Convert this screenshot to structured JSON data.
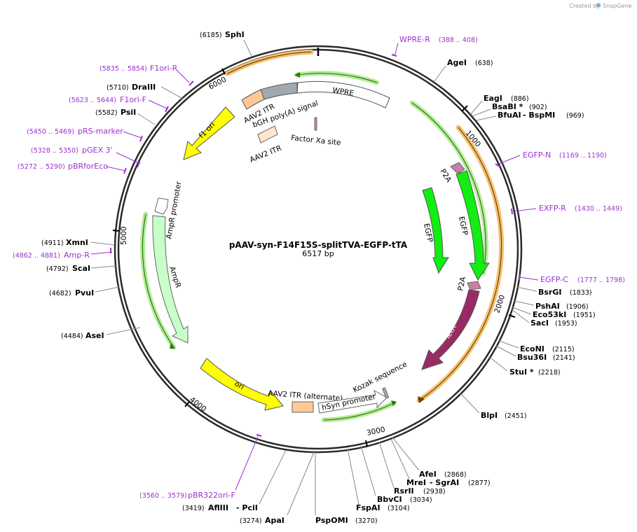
{
  "credit": {
    "prefix": "Created by",
    "brand": "SnapGene"
  },
  "plasmid": {
    "name": "pAAV-syn-F14F15S-splitTVA-EGFP-tTA",
    "length_label": "6517 bp"
  },
  "ticks": [
    {
      "label": "1000"
    },
    {
      "label": "2000"
    },
    {
      "label": "3000"
    },
    {
      "label": "4000"
    },
    {
      "label": "5000"
    },
    {
      "label": "6000"
    }
  ],
  "features": {
    "wpre": "WPRE",
    "bgh": "bGH poly(A) signal",
    "aav2_itr_top": "AAV2 ITR",
    "aav2_itr_inner": "AAV2 ITR",
    "factor_xa": "Factor Xa site",
    "f1_ori": "f1 ori",
    "ampr_promoter": "AmpR promoter",
    "ampr": "AmpR",
    "ori": "ori",
    "aav2_itr_alt": "AAV2 ITR (alternate)",
    "hsyn": "hSyn promoter",
    "kozak": "Kozak sequence",
    "tetr": "TetR",
    "p2a_top": "P2A",
    "p2a_bottom": "P2A",
    "egfp_outer": "EGFP",
    "egfp_inner": "EGFP"
  },
  "enzymes": [
    {
      "name": "SphI",
      "pos": "(6185)"
    },
    {
      "name": "AgeI",
      "pos": "(638)"
    },
    {
      "name": "EagI",
      "pos": "(886)"
    },
    {
      "name": "BsaBI *",
      "pos": "(902)"
    },
    {
      "name": "BfuAI",
      "pos": "- BspMI"
    },
    {
      "name": "(969)",
      "pos": ""
    },
    {
      "name": "BsrGI",
      "pos": "(1833)"
    },
    {
      "name": "PshAI",
      "pos": "(1906)"
    },
    {
      "name": "Eco53kI",
      "pos": "(1951)"
    },
    {
      "name": "SacI",
      "pos": "(1953)"
    },
    {
      "name": "EcoNI",
      "pos": "(2115)"
    },
    {
      "name": "Bsu36I",
      "pos": "(2141)"
    },
    {
      "name": "StuI *",
      "pos": "(2218)"
    },
    {
      "name": "BlpI",
      "pos": "(2451)"
    },
    {
      "name": "AfeI",
      "pos": "(2868)"
    },
    {
      "name": "MreI",
      "pos": "- SgrAI"
    },
    {
      "name": "(2877)",
      "pos": ""
    },
    {
      "name": "RsrII",
      "pos": "(2938)"
    },
    {
      "name": "BbvCI",
      "pos": "(3034)"
    },
    {
      "name": "FspAI",
      "pos": "(3104)"
    },
    {
      "name": "PspOMI",
      "pos": "(3270)"
    },
    {
      "name": "ApaI",
      "pos": "(3274)"
    },
    {
      "name": "AflIII",
      "pos": "- PciI"
    },
    {
      "name": "(3419)",
      "pos": ""
    },
    {
      "name": "AseI",
      "pos": "(4484)"
    },
    {
      "name": "PvuI",
      "pos": "(4682)"
    },
    {
      "name": "ScaI",
      "pos": "(4792)"
    },
    {
      "name": "XmnI",
      "pos": "(4911)"
    },
    {
      "name": "PsiI",
      "pos": "(5582)"
    },
    {
      "name": "DraIII",
      "pos": "(5710)"
    }
  ],
  "primers": [
    {
      "name": "WPRE-R",
      "pos": "(388 .. 408)"
    },
    {
      "name": "EGFP-N",
      "pos": "(1169 .. 1190)"
    },
    {
      "name": "EXFP-R",
      "pos": "(1430 .. 1449)"
    },
    {
      "name": "EGFP-C",
      "pos": "(1777 .. 1798)"
    },
    {
      "name": "pBR322ori-F",
      "pos": "(3560 .. 3579)"
    },
    {
      "name": "Amp-R",
      "pos": "(4862 .. 4881)"
    },
    {
      "name": "pBRforEco",
      "pos": "(5272 .. 5290)"
    },
    {
      "name": "pGEX 3'",
      "pos": "(5328 .. 5350)"
    },
    {
      "name": "pRS-marker",
      "pos": "(5450 .. 5469)"
    },
    {
      "name": "F1ori-F",
      "pos": "(5623 .. 5644)"
    },
    {
      "name": "F1ori-R",
      "pos": "(5835 .. 5854)"
    }
  ],
  "colors": {
    "backbone": "#2a2a2a",
    "enzyme_line": "#8a8a8a",
    "primer": "#9b30d0",
    "green_feature": "#11ee11",
    "yellow_feature": "#ffff00",
    "ampr_fill": "#c8ffc8",
    "tetr_fill": "#9a2a64",
    "itr_fill": "#ffc896",
    "bgh_fill": "#a0a8b0",
    "p2a_fill": "#c880a8",
    "orange_band": "#f5c070",
    "green_band": "#b6ec9e"
  }
}
